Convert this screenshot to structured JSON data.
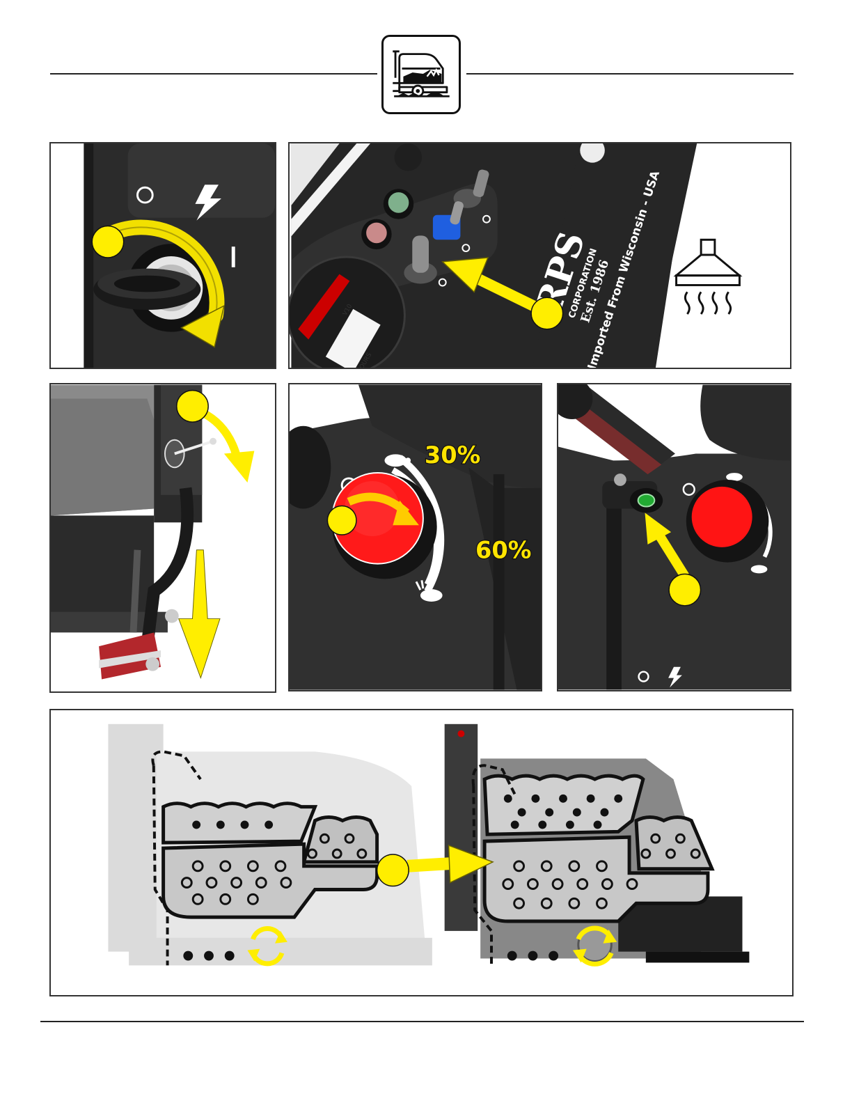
{
  "header": {
    "machine_icon": "floor-scrubber-icon"
  },
  "panel_key_switch": {
    "icons": [
      "off-circle-icon",
      "lightning-icon"
    ],
    "on_mark": "I",
    "callout": "yellow-callout-dot",
    "arrow": "rotate-arrow-icon"
  },
  "panel_control_panel": {
    "brand_name": "RPS",
    "brand_sub": "CORPORATION",
    "brand_est": "Est. 1986",
    "brand_origin": "Imported From Wisconsin - USA",
    "gauge_labels": [
      "HOURS",
      "V10"
    ],
    "side_icon": "vacuum-hood-icon",
    "colors": {
      "green_button": "#7fb08c",
      "red_button": "#c98a8a",
      "blue_toggle": "#1f5fe0",
      "battery_red": "#cc0000"
    }
  },
  "panel_squeegee": {
    "callout": "yellow-callout-dot",
    "arrows": [
      "curved-down-arrow-icon",
      "down-arrow-icon"
    ]
  },
  "panel_speed_knob": {
    "low_speed": "30%",
    "high_speed": "60%",
    "icons": [
      "off-circle-icon",
      "turtle-icon",
      "rabbit-icon"
    ],
    "knob_color": "#ff1a1a"
  },
  "panel_green_button": {
    "icons": [
      "off-circle-icon",
      "lightning-icon",
      "turtle-icon",
      "rabbit-icon"
    ],
    "button_color": "#22aa33"
  },
  "panel_tanks": {
    "callout": "yellow-callout-dot",
    "icons": [
      "recovery-tank-icon",
      "solution-tank-icon",
      "brush-rotation-icon"
    ]
  },
  "accent_yellow": "#ffee00"
}
